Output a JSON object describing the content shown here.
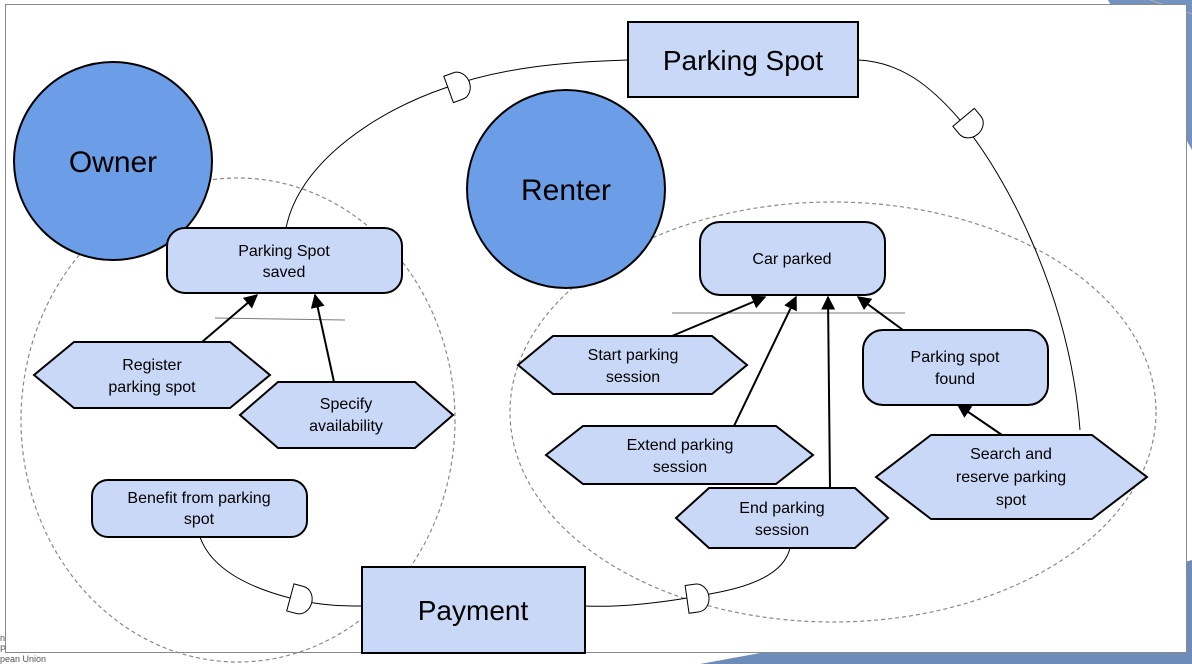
{
  "colors": {
    "actor_fill": "#6b9ee6",
    "node_fill": "#c9d8f7",
    "stroke": "#000000",
    "dashed_stroke": "#8a8a8a",
    "slide_accent": "#5b7fb5"
  },
  "actors": [
    {
      "id": "owner",
      "label": "Owner"
    },
    {
      "id": "renter",
      "label": "Renter"
    }
  ],
  "resources": [
    {
      "id": "parking-spot",
      "label": "Parking Spot"
    },
    {
      "id": "payment",
      "label": "Payment"
    }
  ],
  "goals": [
    {
      "id": "parking-spot-saved",
      "lines": [
        "Parking Spot",
        "saved"
      ]
    },
    {
      "id": "benefit-from-parking-spot",
      "lines": [
        "Benefit from parking",
        "spot"
      ]
    },
    {
      "id": "car-parked",
      "lines": [
        "Car parked"
      ]
    },
    {
      "id": "parking-spot-found",
      "lines": [
        "Parking spot",
        "found"
      ]
    }
  ],
  "tasks": [
    {
      "id": "register-parking-spot",
      "lines": [
        "Register",
        "parking spot"
      ]
    },
    {
      "id": "specify-availability",
      "lines": [
        "Specify",
        "availability"
      ]
    },
    {
      "id": "start-parking-session",
      "lines": [
        "Start parking",
        "session"
      ]
    },
    {
      "id": "extend-parking-session",
      "lines": [
        "Extend parking",
        "session"
      ]
    },
    {
      "id": "end-parking-session",
      "lines": [
        "End parking",
        "session"
      ]
    },
    {
      "id": "search-and-reserve-parking-spot",
      "lines": [
        "Search and",
        "reserve parking",
        "spot"
      ]
    }
  ],
  "footer_fragments": [
    "n",
    "P",
    "pean Union"
  ]
}
